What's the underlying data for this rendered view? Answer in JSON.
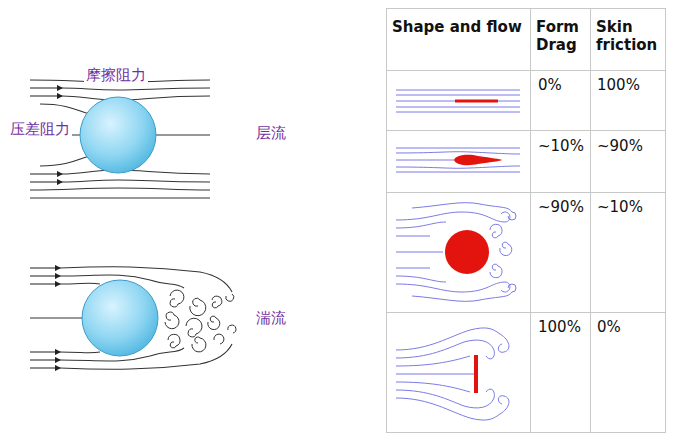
{
  "diagram": {
    "labels": [
      "摩擦阻力",
      "压差阻力",
      "层流",
      "湍流",
      "Shape and flow",
      "Form Drag",
      "Skin friction",
      "0%",
      "100%",
      "~10%",
      "~90%",
      "~90%",
      "~10%",
      "100%",
      "0%"
    ]
  }
}
